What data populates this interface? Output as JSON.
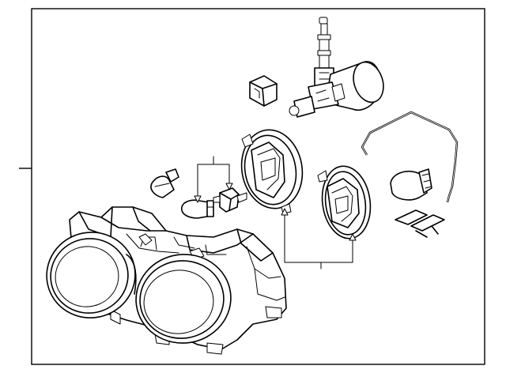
{
  "diagram": {
    "parts": [
      {
        "id": "headlamp-assembly"
      },
      {
        "id": "bulb-socket-connector"
      },
      {
        "id": "connector-clip"
      },
      {
        "id": "access-cover-left"
      },
      {
        "id": "access-cover-right"
      },
      {
        "id": "retaining-wire-clip"
      },
      {
        "id": "amber-bulb"
      },
      {
        "id": "spring-clip"
      },
      {
        "id": "small-wedge-bulb"
      },
      {
        "id": "side-marker-bulb"
      },
      {
        "id": "bulb-holder"
      }
    ],
    "colors": {
      "line": "#000000",
      "background": "#ffffff"
    }
  }
}
